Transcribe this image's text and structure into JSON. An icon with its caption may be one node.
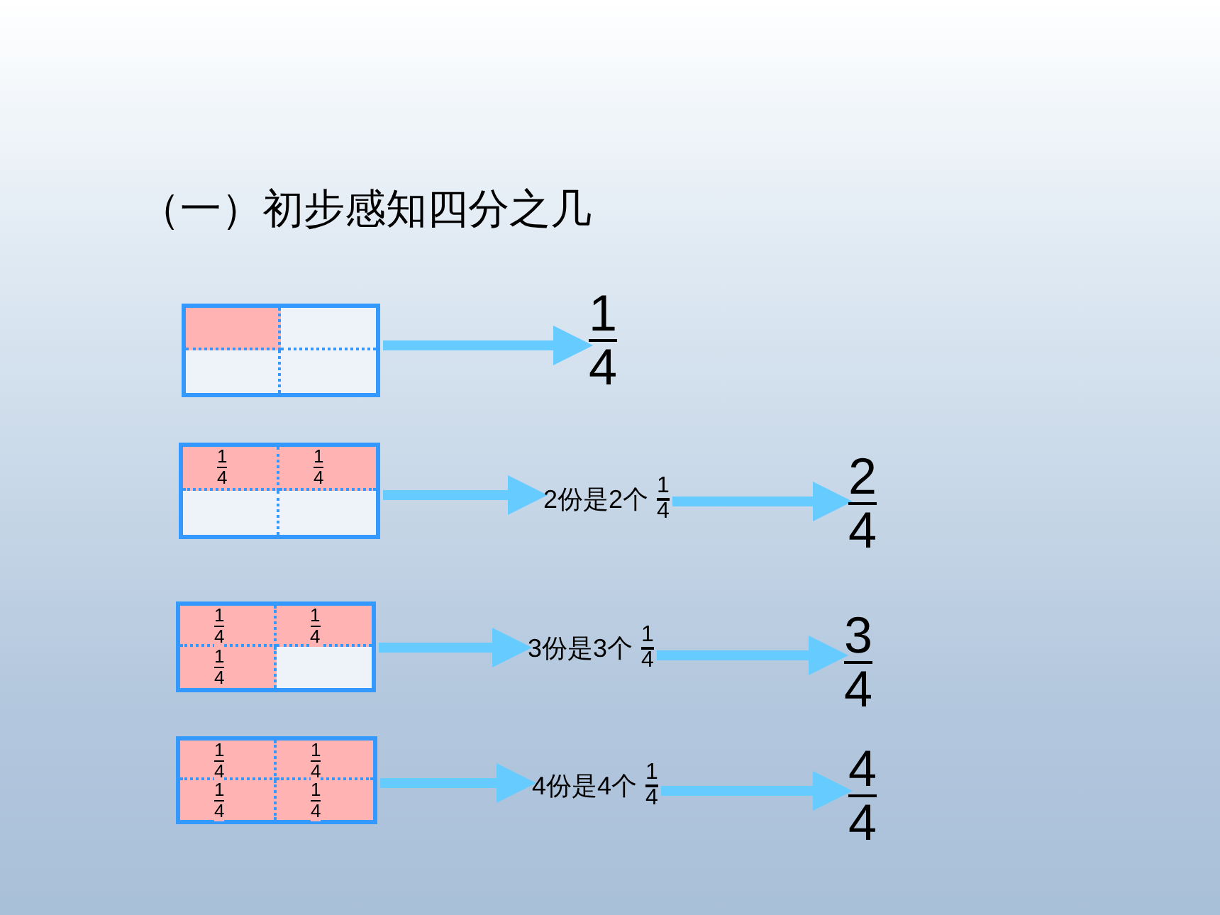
{
  "diagram": {
    "title": "（一）初步感知四分之几",
    "nodes": [
      {
        "text": [],
        "shape": "box"
      },
      {
        "text": [
          "1",
          "4"
        ]
      },
      {
        "text": [
          "1",
          "4",
          "1",
          "4"
        ]
      },
      {
        "text": [
          "2份是2个",
          "1",
          "4"
        ]
      },
      {
        "text": [
          "2",
          "4"
        ]
      },
      {
        "text": [
          "1",
          "4",
          "1",
          "4",
          "1",
          "4"
        ]
      },
      {
        "text": [
          "3份是3个",
          "1",
          "4"
        ]
      },
      {
        "text": [
          "3",
          "4"
        ]
      },
      {
        "text": [
          "1",
          "4",
          "1",
          "4",
          "1",
          "4",
          "1",
          "4"
        ]
      },
      {
        "text": [
          "4份是4个",
          "1",
          "4"
        ]
      },
      {
        "text": [
          "4",
          "4"
        ]
      }
    ],
    "edges": [
      {
        "from": 0,
        "to": 1,
        "arrow": "to"
      },
      {
        "from": 2,
        "to": 3,
        "arrow": "to"
      },
      {
        "from": 3,
        "to": 4,
        "arrow": "to"
      },
      {
        "from": 5,
        "to": 6,
        "arrow": "to"
      },
      {
        "from": 6,
        "to": 7,
        "arrow": "to"
      },
      {
        "from": 8,
        "to": 9,
        "arrow": "to"
      },
      {
        "from": 9,
        "to": 10,
        "arrow": "to"
      }
    ]
  }
}
